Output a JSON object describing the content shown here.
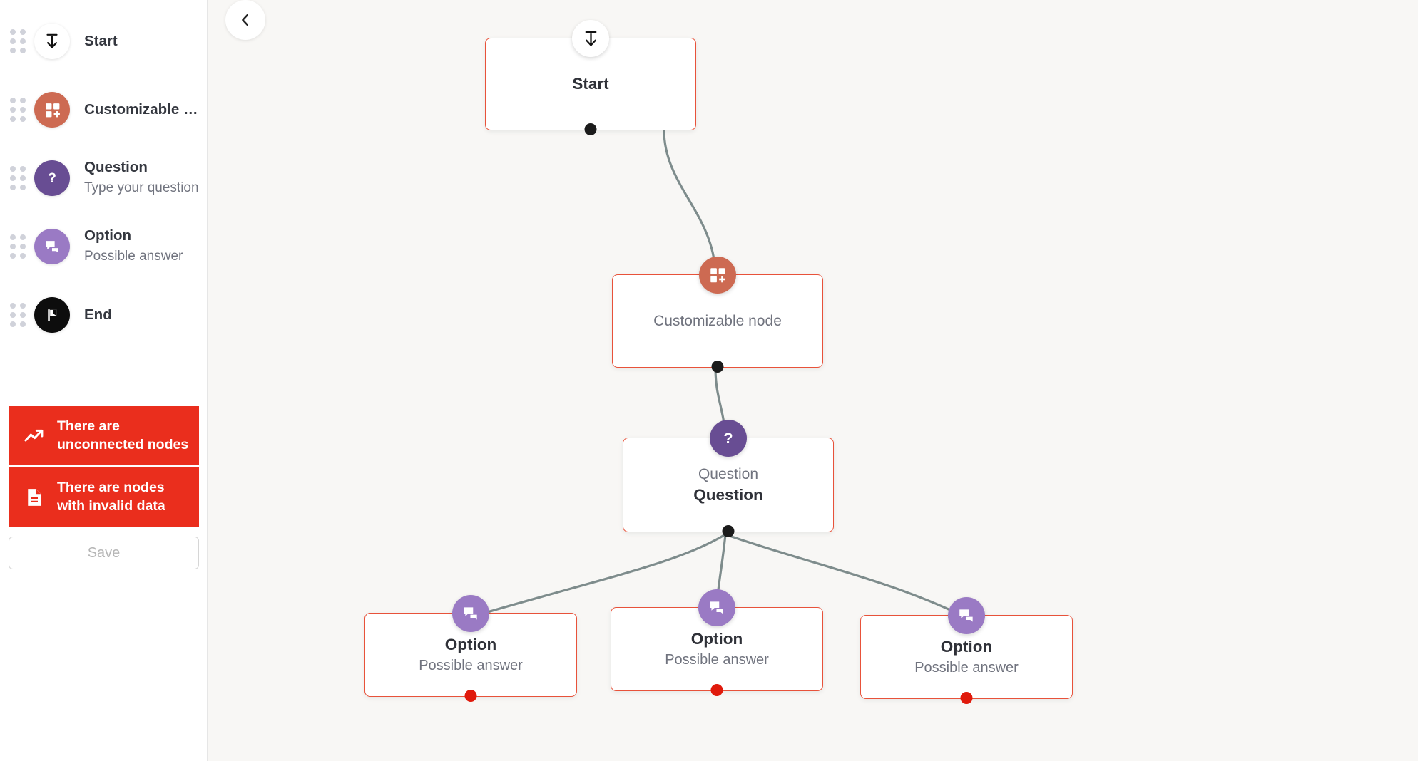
{
  "sidebar": {
    "palette": [
      {
        "id": "start",
        "title": "Start",
        "subtitle": "",
        "icon": "start-download-icon",
        "color": "#ffffff"
      },
      {
        "id": "custom",
        "title": "Customizable …",
        "subtitle": "",
        "icon": "grid-plus-icon",
        "color": "#cd6a52"
      },
      {
        "id": "question",
        "title": "Question",
        "subtitle": "Type your question",
        "icon": "question-mark-icon",
        "color": "#684d93"
      },
      {
        "id": "option",
        "title": "Option",
        "subtitle": "Possible answer",
        "icon": "chat-bubbles-icon",
        "color": "#9a7ac4"
      },
      {
        "id": "end",
        "title": "End",
        "subtitle": "",
        "icon": "flag-icon",
        "color": "#0d0d0d"
      }
    ],
    "warnings": [
      {
        "id": "unconnected",
        "text": "There are unconnected nodes",
        "icon": "trend-line-icon"
      },
      {
        "id": "invalid",
        "text": "There are nodes with invalid data",
        "icon": "document-icon"
      }
    ],
    "save_label": "Save",
    "warning_color": "#ea2e1d",
    "save_disabled": true
  },
  "canvas": {
    "back_label": "‹",
    "background": "#f8f7f5",
    "node_border_color": "#e8523a",
    "edge_color": "#7e8c8c",
    "nodes": [
      {
        "id": "start",
        "badge": "start-download-icon",
        "badge_color": "#ffffff",
        "title": "Start",
        "subtitle": ""
      },
      {
        "id": "custom",
        "badge": "grid-plus-icon",
        "badge_color": "#cd6a52",
        "title": "Customizable node",
        "subtitle": ""
      },
      {
        "id": "question",
        "badge": "question-mark-icon",
        "badge_color": "#684d93",
        "title": "Question",
        "subtitle": "Question"
      },
      {
        "id": "option1",
        "badge": "chat-bubbles-icon",
        "badge_color": "#9a7ac4",
        "title": "Option",
        "subtitle": "Possible answer"
      },
      {
        "id": "option2",
        "badge": "chat-bubbles-icon",
        "badge_color": "#9a7ac4",
        "title": "Option",
        "subtitle": "Possible answer"
      },
      {
        "id": "option3",
        "badge": "chat-bubbles-icon",
        "badge_color": "#9a7ac4",
        "title": "Option",
        "subtitle": "Possible answer"
      }
    ]
  }
}
